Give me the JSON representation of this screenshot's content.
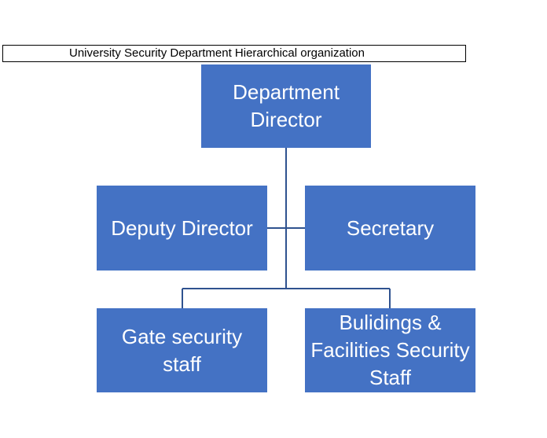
{
  "title": "University Security Department Hierarchical organization",
  "nodes": {
    "director": "Department Director",
    "deputy": "Deputy Director",
    "secretary": "Secretary",
    "gate": "Gate security staff",
    "buildings": "Bulidings & Facilities Security Staff"
  },
  "colors": {
    "node_fill": "#4472c4",
    "node_text": "#ffffff",
    "connector": "#2f528f"
  }
}
